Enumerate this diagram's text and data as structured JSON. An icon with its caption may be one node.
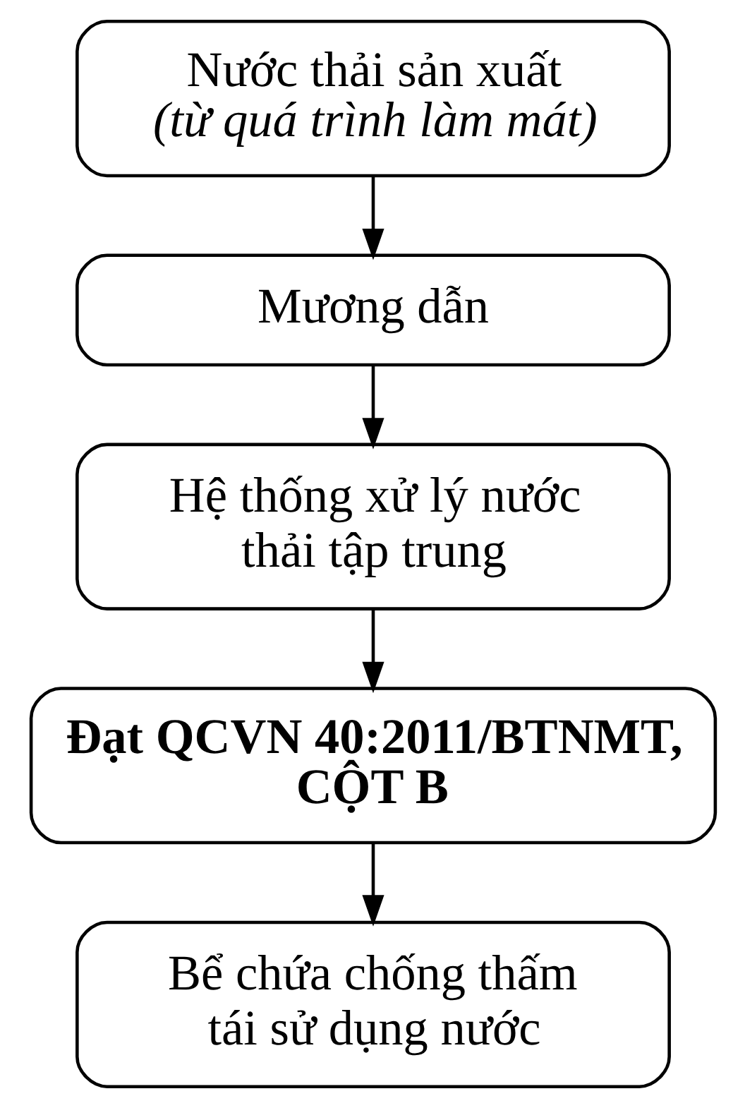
{
  "diagram": {
    "nodes": [
      {
        "text": [
          "Nước thải sản xuất",
          "(từ quá trình làm mát)"
        ]
      },
      {
        "text": [
          "Mương dẫn"
        ]
      },
      {
        "text": [
          "Hệ thống xử lý nước thải tập trung"
        ]
      },
      {
        "text": [
          "Đạt QCVN 40:2011/BTNMT, CỘT B"
        ]
      },
      {
        "text": [
          "Bể chứa chống thấm tái sử dụng nước"
        ]
      }
    ],
    "edges": [
      {
        "from": 0,
        "to": 1,
        "arrow": "to"
      },
      {
        "from": 1,
        "to": 2,
        "arrow": "to"
      },
      {
        "from": 2,
        "to": 3,
        "arrow": "to"
      },
      {
        "from": 3,
        "to": 4,
        "arrow": "to"
      }
    ]
  }
}
